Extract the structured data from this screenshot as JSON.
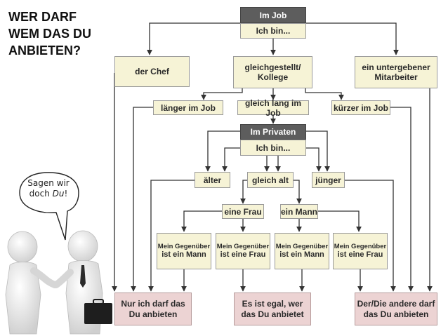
{
  "title": {
    "line1": "WER DARF",
    "line2": "WEM DAS DU",
    "line3": "ANBIETEN?"
  },
  "bubble": {
    "line1": "Sagen wir",
    "line2_prefix": "doch ",
    "line2_emph": "Du",
    "line2_suffix": "!"
  },
  "flowchart": {
    "job_header": "Im Job",
    "job_prompt": "Ich bin...",
    "chef": "der Chef",
    "equal_line1": "gleichgestellt/",
    "equal_line2": "Kollege",
    "subordinate_line1": "ein untergebener",
    "subordinate_line2": "Mitarbeiter",
    "longer": "länger im Job",
    "same_length": "gleich lang im Job",
    "shorter": "kürzer im Job",
    "private_header": "Im Privaten",
    "private_prompt": "Ich bin...",
    "older": "älter",
    "same_age": "gleich alt",
    "younger": "jünger",
    "a_woman": "eine Frau",
    "a_man": "ein Mann",
    "cp_man_1_line1": "Mein Gegenüber",
    "cp_man_1_line2": "ist ein Mann",
    "cp_woman_1_line1": "Mein Gegenüber",
    "cp_woman_1_line2": "ist eine Frau",
    "cp_man_2_line1": "Mein Gegenüber",
    "cp_man_2_line2": "ist ein Mann",
    "cp_woman_2_line1": "Mein Gegenüber",
    "cp_woman_2_line2": "ist eine Frau",
    "result_me_line1": "Nur ich darf das",
    "result_me_line2": "Du anbieten",
    "result_any_line1": "Es ist egal, wer",
    "result_any_line2": "das Du anbietet",
    "result_other_line1": "Der/Die andere darf",
    "result_other_line2": "das Du anbieten"
  },
  "colors": {
    "node_fill": "#f6f3d6",
    "header_fill": "#5d5d5d",
    "result_fill": "#ecd3d3",
    "connector": "#333333"
  }
}
